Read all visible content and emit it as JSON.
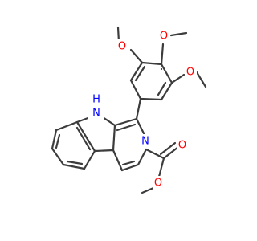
{
  "molecule": {
    "colors": {
      "bond": "#3c3c3c",
      "oxygen": "#ff0000",
      "nitrogen": "#0000ff",
      "background": "#ffffff"
    },
    "atom_labels": {
      "nh": "H",
      "nh_n": "N",
      "pyridine_n": "N",
      "o_methoxy_left": "O",
      "o_methoxy_top": "O",
      "o_methoxy_right": "O",
      "o_ester_carbonyl": "O",
      "o_ester_link": "O"
    }
  }
}
